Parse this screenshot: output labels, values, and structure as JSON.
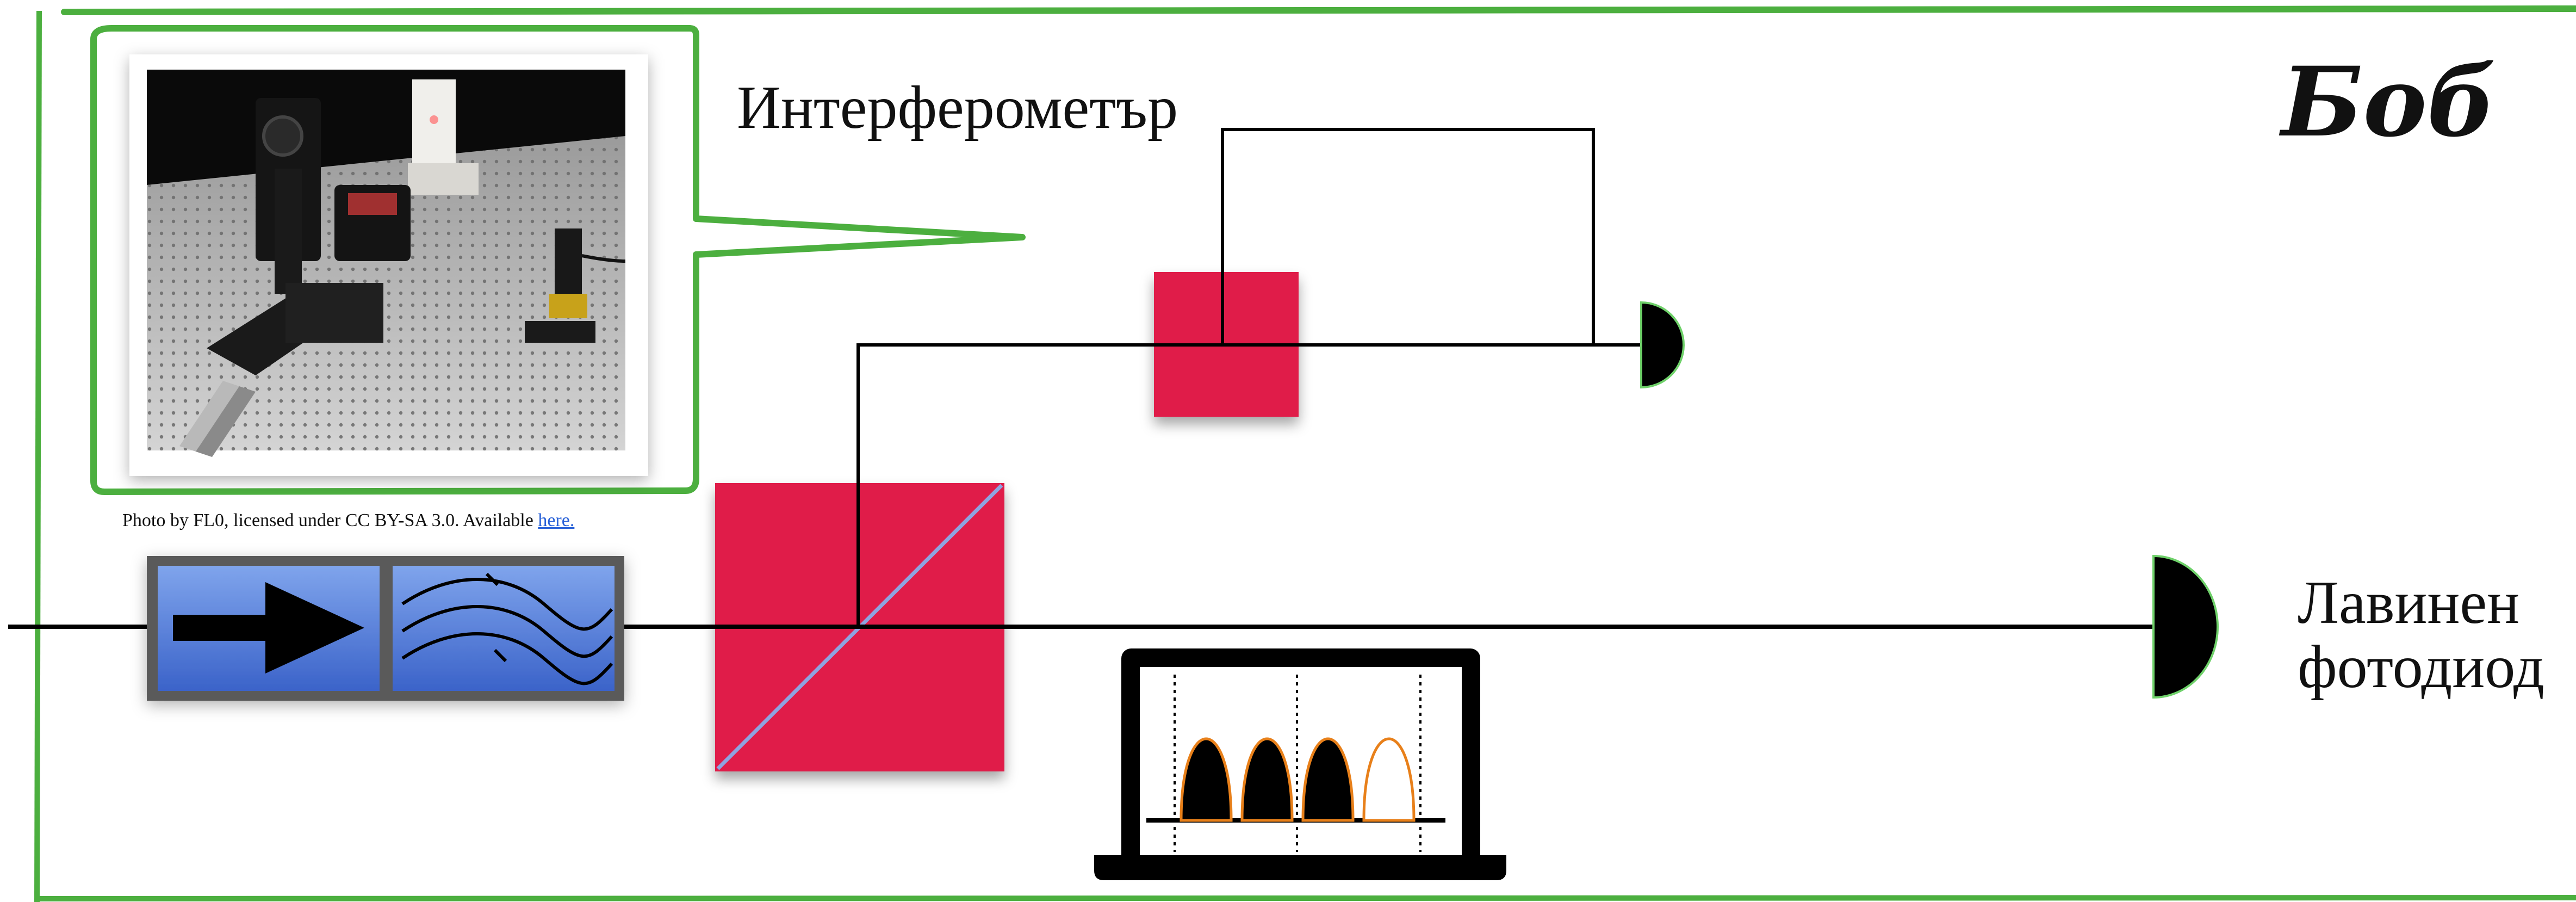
{
  "diagram": {
    "title": "Боб",
    "interferometer_label": "Интерферометър",
    "detector_label_line1": "Лавинен",
    "detector_label_line2": "фотодиод",
    "photo_caption": "Photo by FL0, licensed under CC BY-SA 3.0. Available",
    "photo_caption_link": "here.",
    "colors": {
      "frame_border": "#4caf3f",
      "beam_splitter": "#e01f48",
      "component_box": "#4a72d0",
      "component_frame": "#5a5a5a",
      "detector": "#000000",
      "pulse_outline": "#e8801a",
      "link": "#2a62d8"
    },
    "icons": {
      "arrow": "right-arrow-icon",
      "waveplate": "wave-lines-icon",
      "laptop": "laptop-icon",
      "photo": "optics-table-photo"
    },
    "pulses": [
      {
        "filled": true
      },
      {
        "filled": true
      },
      {
        "filled": true
      },
      {
        "filled": false
      }
    ]
  }
}
